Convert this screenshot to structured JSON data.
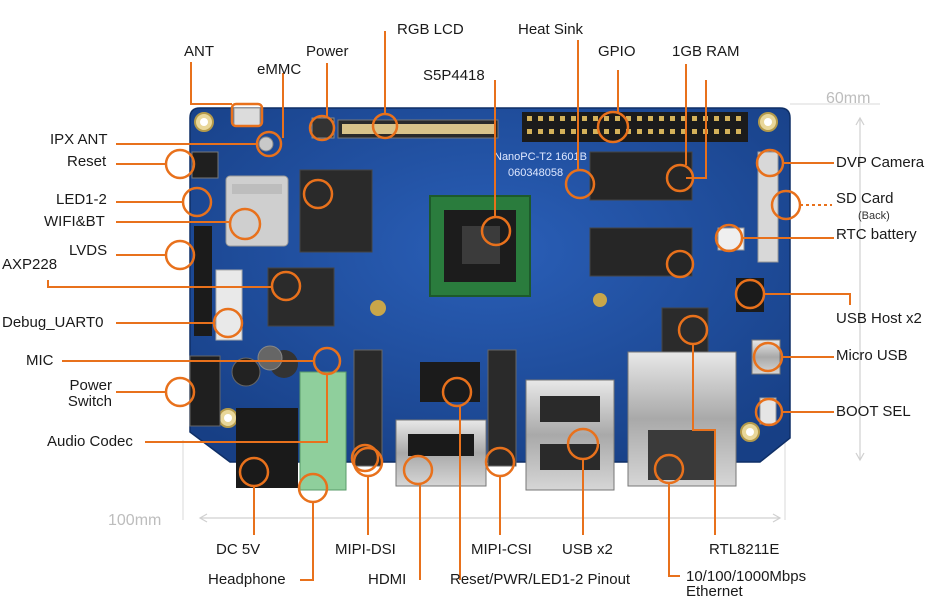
{
  "dimensions": {
    "width_label": "100mm",
    "height_label": "60mm"
  },
  "labels": {
    "ant": "ANT",
    "emmc": "eMMC",
    "power": "Power",
    "rgb_lcd": "RGB LCD",
    "heat_sink": "Heat Sink",
    "s5p4418": "S5P4418",
    "gpio": "GPIO",
    "ram": "1GB RAM",
    "ipx_ant": "IPX ANT",
    "reset": "Reset",
    "led": "LED1-2",
    "wifi_bt": "WIFI&BT",
    "lvds": "LVDS",
    "axp228": "AXP228",
    "debug_uart": "Debug_UART0",
    "mic": "MIC",
    "power_switch_1": "Power",
    "power_switch_2": "Switch",
    "audio_codec": "Audio Codec",
    "dvp_camera": "DVP Camera",
    "sd_card": "SD Card",
    "sd_card_note": "(Back)",
    "rtc_battery": "RTC battery",
    "usb_host": "USB Host x2",
    "micro_usb": "Micro USB",
    "boot_sel": "BOOT SEL",
    "dc_5v": "DC 5V",
    "headphone": "Headphone",
    "mipi_dsi": "MIPI-DSI",
    "hdmi": "HDMI",
    "mipi_csi": "MIPI-CSI",
    "reset_pinout": "Reset/PWR/LED1-2 Pinout",
    "usb_x2": "USB x2",
    "rtl8211e": "RTL8211E",
    "ethernet_1": "10/100/1000Mbps",
    "ethernet_2": "Ethernet"
  },
  "board_print": {
    "name": "NanoPC-T2 1601B",
    "serial": "060348058"
  },
  "colors": {
    "accent": "#e8711c",
    "pcb": "#1f4f9e",
    "pcb_dark": "#153a78",
    "dim_line": "#d0d0d0"
  }
}
